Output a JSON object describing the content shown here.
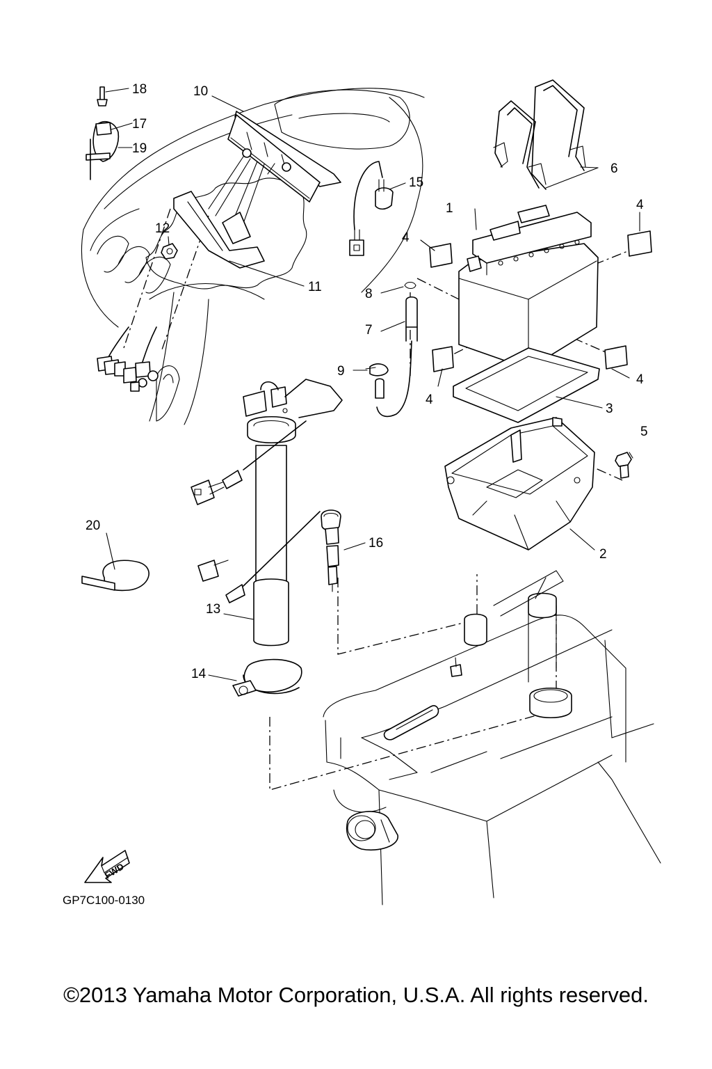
{
  "diagram": {
    "code": "GP7C100-0130",
    "fwd_label": "FWD",
    "callouts": {
      "c1": "1",
      "c2": "2",
      "c3": "3",
      "c4a": "4",
      "c4b": "4",
      "c4c": "4",
      "c4d": "4",
      "c5": "5",
      "c6": "6",
      "c7": "7",
      "c8": "8",
      "c9": "9",
      "c10": "10",
      "c11": "11",
      "c12": "12",
      "c13": "13",
      "c14": "14",
      "c15": "15",
      "c16": "16",
      "c17": "17",
      "c18": "18",
      "c19": "19",
      "c20": "20"
    }
  },
  "footer": {
    "copyright": "©2013 Yamaha Motor Corporation, U.S.A. All rights reserved."
  }
}
